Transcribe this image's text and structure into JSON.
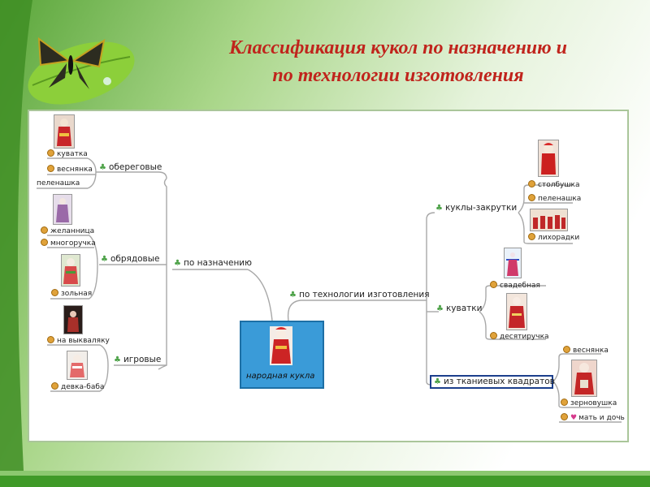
{
  "title": {
    "line1": "Классификация кукол по назначению и",
    "line2": "по технологии изготовления"
  },
  "colors": {
    "title": "#c0241c",
    "background_green": "#4a9a2c",
    "root_fill": "#3a9bd8"
  },
  "mindmap": {
    "root": "народная кукла",
    "branches": [
      {
        "label": "по назначению",
        "children": [
          {
            "label": "обереговые",
            "items": [
              "куватка",
              "веснянка",
              "пеленашка"
            ]
          },
          {
            "label": "обрядовые",
            "items": [
              "желанница",
              "многоручка",
              "зольная"
            ]
          },
          {
            "label": "игровые",
            "items": [
              "на выкваляку",
              "девка-баба"
            ]
          }
        ]
      },
      {
        "label": "по технологии изготовления",
        "children": [
          {
            "label": "куклы-закрутки",
            "items": [
              "столбушка",
              "пеленашка",
              "лихорадки"
            ]
          },
          {
            "label": "куватки",
            "items": [
              "свадебная",
              "десятиручка"
            ]
          },
          {
            "label": "из тканиевых квадратов",
            "items": [
              "веснянка",
              "зерновушка",
              "мать и дочь"
            ]
          }
        ]
      }
    ]
  }
}
